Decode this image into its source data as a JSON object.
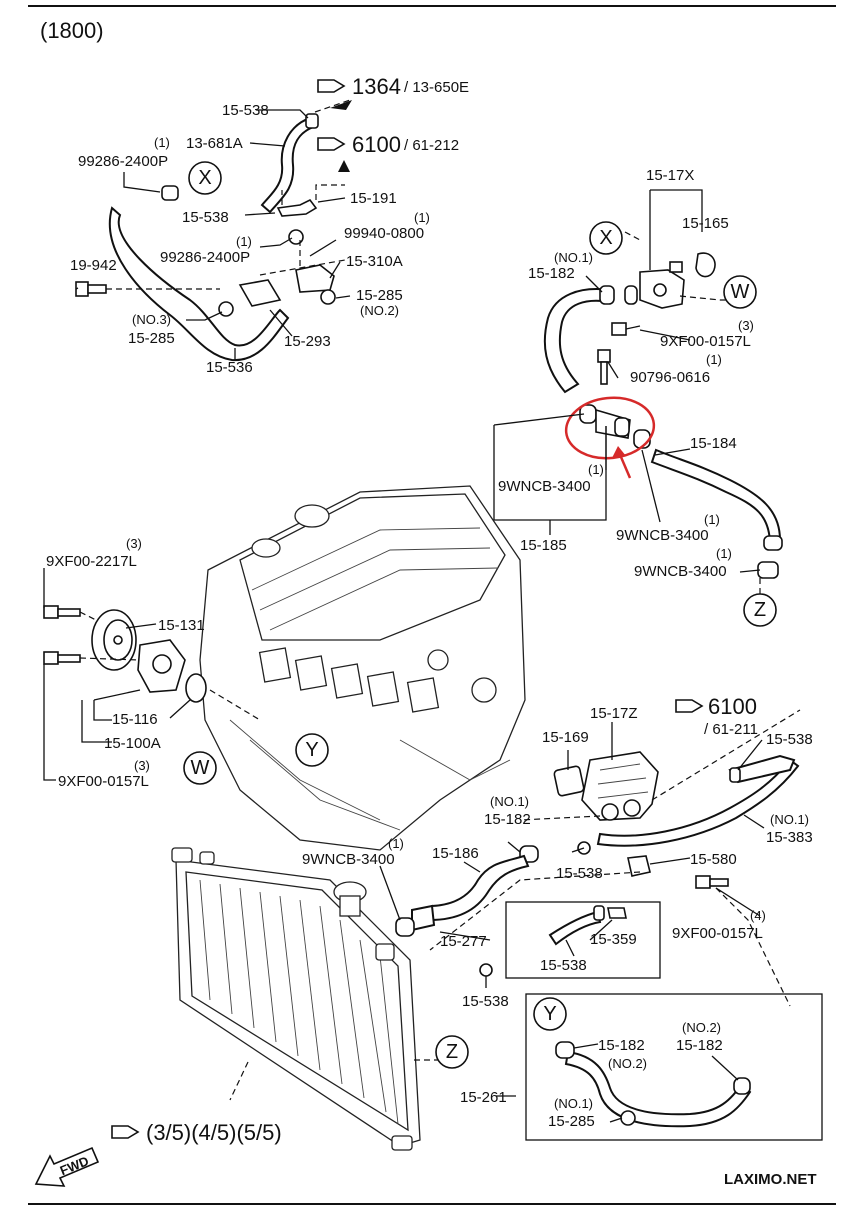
{
  "header": {
    "title": "(1800)"
  },
  "refs": {
    "ref_top_main": "1364",
    "ref_top_sub": "/ 13-650E",
    "ref_mid_main": "6100",
    "ref_mid_sub": "/ 61-212",
    "ref_right_main": "6100",
    "ref_right_sub": "/ 61-211",
    "ref_pages": "(3/5)(4/5)(5/5)"
  },
  "callouts": [
    "X",
    "W",
    "Y",
    "Z"
  ],
  "labels": {
    "p15_538_a": "15-538",
    "p13_681a": "13-681A",
    "p99286_qty1": "(1)",
    "p99286_a": "99286-2400P",
    "p15_191": "15-191",
    "p15_538_b": "15-538",
    "p99940_qty": "(1)",
    "p99940": "99940-0800",
    "p99286_qty2": "(1)",
    "p99286_b": "99286-2400P",
    "p15_310a": "15-310A",
    "p19_942": "19-942",
    "p15_285_a": "15-285",
    "p15_285_a_no": "(NO.2)",
    "p15_285_b_no": "(NO.3)",
    "p15_285_b": "15-285",
    "p15_293": "15-293",
    "p15_536": "15-536",
    "p15_17x": "15-17X",
    "p15_165": "15-165",
    "p15_182_a_no": "(NO.1)",
    "p15_182_a": "15-182",
    "p9xf00_0157l_qty": "(3)",
    "p9xf00_0157l": "9XF00-0157L",
    "p90796_qty": "(1)",
    "p90796": "90796-0616",
    "p15_184": "15-184",
    "p9wncb_a_qty": "(1)",
    "p9wncb_a": "9WNCB-3400",
    "p9wncb_b_qty": "(1)",
    "p9wncb_b": "9WNCB-3400",
    "p9wncb_c_qty": "(1)",
    "p9wncb_c": "9WNCB-3400",
    "p15_185": "15-185",
    "p9xf00_2217l_qty": "(3)",
    "p9xf00_2217l": "9XF00-2217L",
    "p15_131": "15-131",
    "p15_116": "15-116",
    "p15_100a": "15-100A",
    "p9xf00_0157l_b_qty": "(3)",
    "p9xf00_0157l_b": "9XF00-0157L",
    "p15_17z": "15-17Z",
    "p15_169": "15-169",
    "p15_538_c": "15-538",
    "p15_182_b_no": "(NO.1)",
    "p15_182_b": "15-182",
    "p15_383_no": "(NO.1)",
    "p15_383": "15-383",
    "p9wncb_d_qty": "(1)",
    "p9wncb_d": "9WNCB-3400",
    "p15_186": "15-186",
    "p15_580": "15-580",
    "p15_538_d": "15-538",
    "p9xf00_0157l_c_qty": "(4)",
    "p9xf00_0157l_c": "9XF00-0157L",
    "p15_359": "15-359",
    "p15_277": "15-277",
    "p15_538_e": "15-538",
    "p15_538_f": "15-538",
    "p15_182_c": "15-182",
    "p15_182_c_no": "(NO.2)",
    "p15_182_d_no": "(NO.2)",
    "p15_182_d": "15-182",
    "p15_261": "15-261",
    "p15_285_c_no": "(NO.1)",
    "p15_285_c": "15-285"
  },
  "footer": {
    "brand": "LAXIMO.NET",
    "fwd": "FWD"
  },
  "colors": {
    "highlight": "#d62a2a",
    "ink": "#111111"
  }
}
